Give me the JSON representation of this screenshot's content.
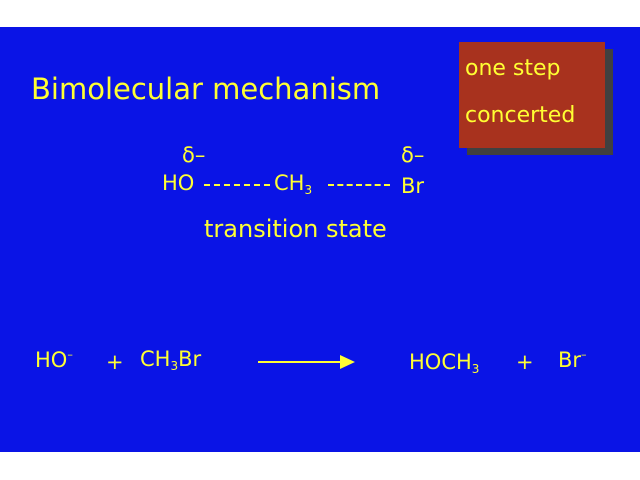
{
  "title": "Bimolecular mechanism",
  "box": {
    "line1": "one step",
    "line2": "concerted"
  },
  "transition_state": {
    "delta_left": "δ–",
    "delta_right": "δ–",
    "left_group": "HO",
    "center_main": "CH",
    "center_sub": "3",
    "right_group": "Br",
    "label": "transition state"
  },
  "reaction": {
    "reactant1_main": "HO",
    "reactant1_charge": "–",
    "plus1": "+",
    "reactant2_pre": "CH",
    "reactant2_sub": "3",
    "reactant2_post": "Br",
    "product1_main": "HOCH",
    "product1_sub": "3",
    "plus2": "+",
    "product2_main": "Br",
    "product2_charge": "–"
  },
  "colors": {
    "background": "#0a14e6",
    "text": "#ffff33",
    "box": "#a8321e",
    "box_shadow": "#404040"
  }
}
